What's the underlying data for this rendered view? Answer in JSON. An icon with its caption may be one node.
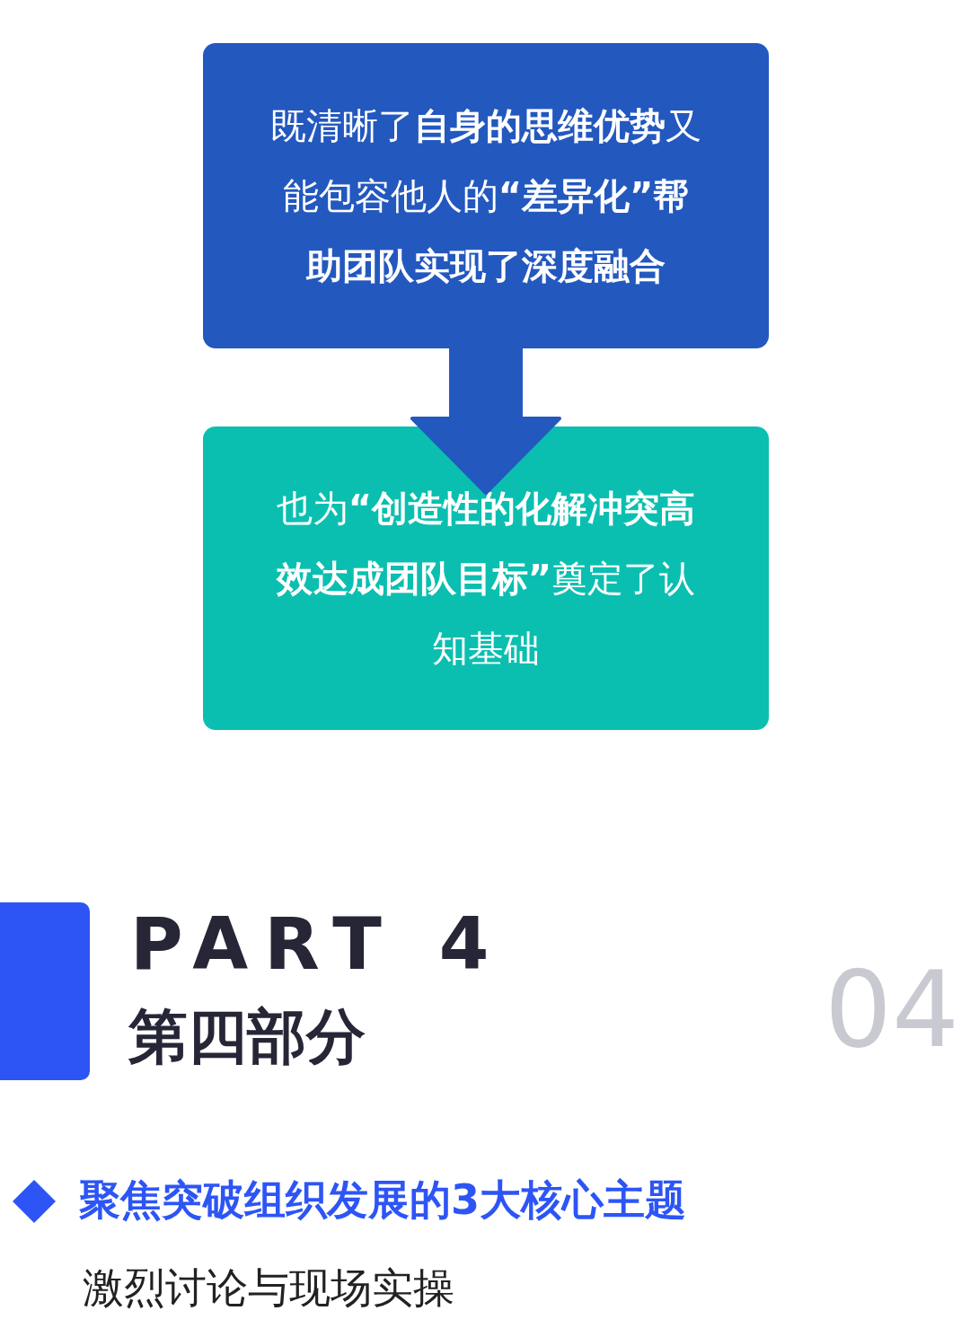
{
  "diagram": {
    "nodes": [
      {
        "text": [
          "既清晰了**自身的思维优势**又能包容他人的**“差异化”帮助团队实现了深度融合**"
        ]
      },
      {
        "text": [
          "也为**“创造性的化解冲突高效达成团队目标”**奠定了认知基础"
        ]
      },
      {
        "text": [],
        "shape": "bar"
      }
    ],
    "edges": [
      {
        "from": 0,
        "to": 1,
        "arrow": "to"
      }
    ],
    "labels": [
      "PART 4",
      "第四部分",
      "04",
      "聚焦突破组织发展的3大核心主题",
      "激烈讨论与现场实操"
    ]
  }
}
